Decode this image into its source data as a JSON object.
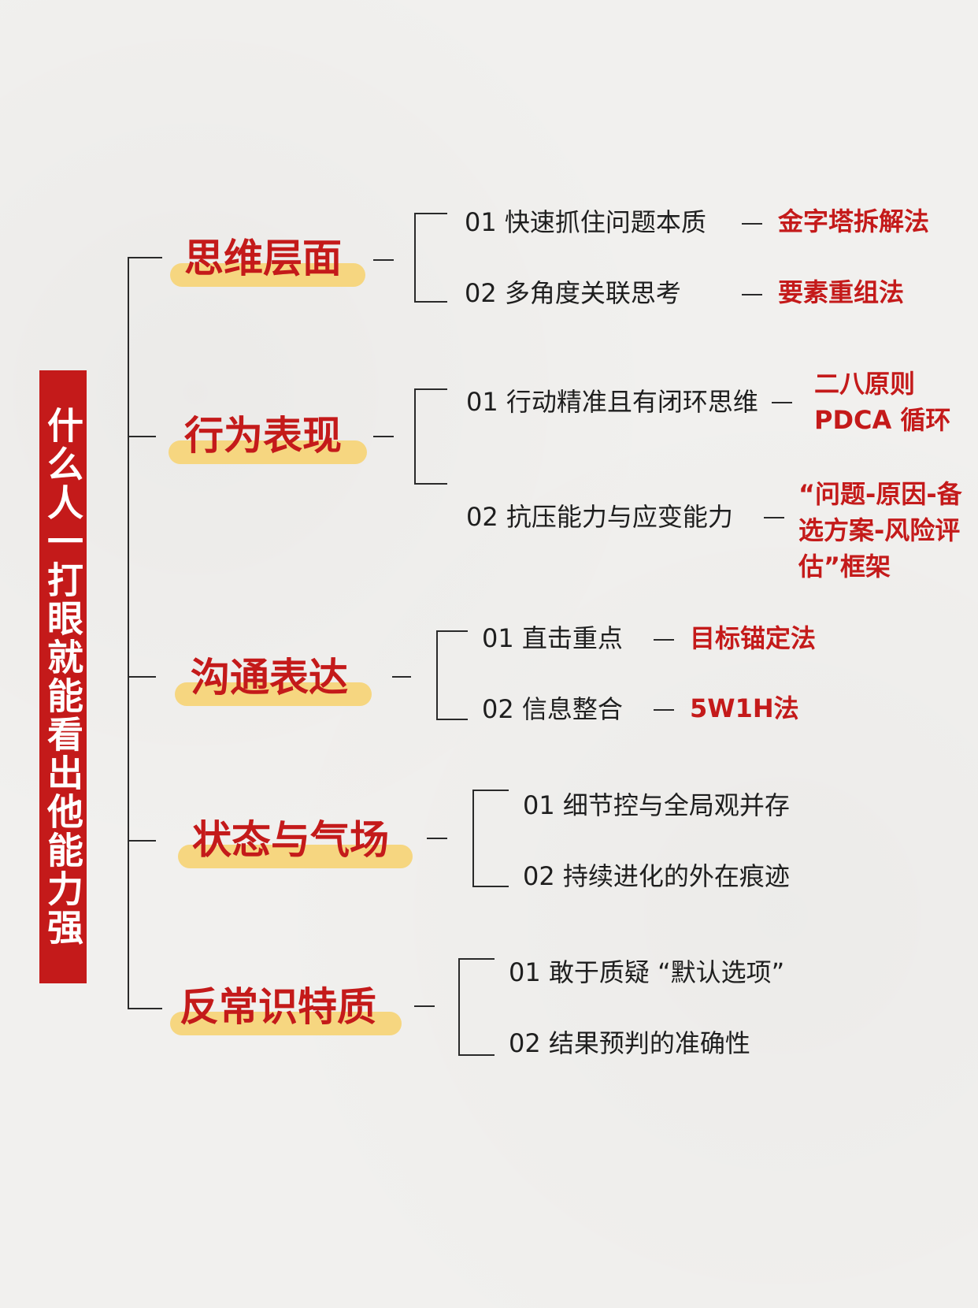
{
  "title": "什么人一打眼就能看出他能力强",
  "categories": [
    {
      "name": "思维层面",
      "items": [
        {
          "label": "01 快速抓住问题本质",
          "method": "金字塔拆解法"
        },
        {
          "label": "02 多角度关联思考",
          "method": "要素重组法"
        }
      ]
    },
    {
      "name": "行为表现",
      "items": [
        {
          "label": "01 行动精准且有闭环思维",
          "method_lines": [
            "二八原则",
            "PDCA 循环"
          ]
        },
        {
          "label": "02 抗压能力与应变能力",
          "method_lines": [
            "“问题-原因-备",
            "选方案-风险评",
            "估”框架"
          ]
        }
      ]
    },
    {
      "name": "沟通表达",
      "items": [
        {
          "label": "01 直击重点",
          "method": "目标锚定法"
        },
        {
          "label": "02 信息整合",
          "method": "5W1H法"
        }
      ]
    },
    {
      "name": "状态与气场",
      "items": [
        {
          "label": "01 细节控与全局观并存"
        },
        {
          "label": "02 持续进化的外在痕迹"
        }
      ]
    },
    {
      "name": "反常识特质",
      "items": [
        {
          "label": "01 敢于质疑 “默认选项”"
        },
        {
          "label": "02 结果预判的准确性"
        }
      ]
    }
  ],
  "colors": {
    "accent": "#c41a1a",
    "highlight": "#f6d680",
    "line": "#2a2a2a"
  }
}
